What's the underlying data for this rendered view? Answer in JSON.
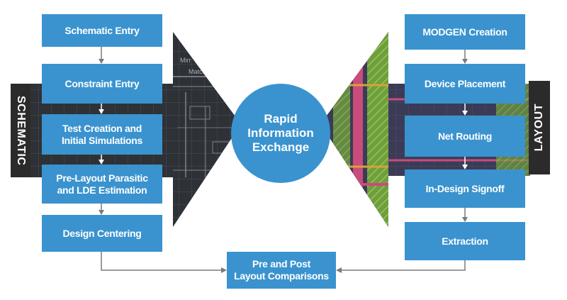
{
  "side_labels": {
    "schematic": "SCHEMATIC",
    "layout": "LAYOUT"
  },
  "center": {
    "label": "Rapid\nInformation\nExchange"
  },
  "schematic_flow": [
    "Schematic Entry",
    "Constraint Entry",
    "Test Creation and\nInitial Simulations",
    "Pre-Layout  Parasitic\nand LDE Estimation",
    "Design Centering"
  ],
  "layout_flow": [
    "MODGEN Creation",
    "Device Placement",
    "Net Routing",
    "In-Design Signoff",
    "Extraction"
  ],
  "bottom": {
    "label": "Pre and Post\nLayout Comparisons"
  },
  "screenshot_text": {
    "mirr": "Mirr",
    "match": "Match1"
  },
  "colors": {
    "box": "#3a93cf",
    "side_label": "#2b2b2b",
    "arrow": "#7a7a7a",
    "schematic_bg": "#2e3136",
    "layout_bg": "#3b3b58"
  }
}
